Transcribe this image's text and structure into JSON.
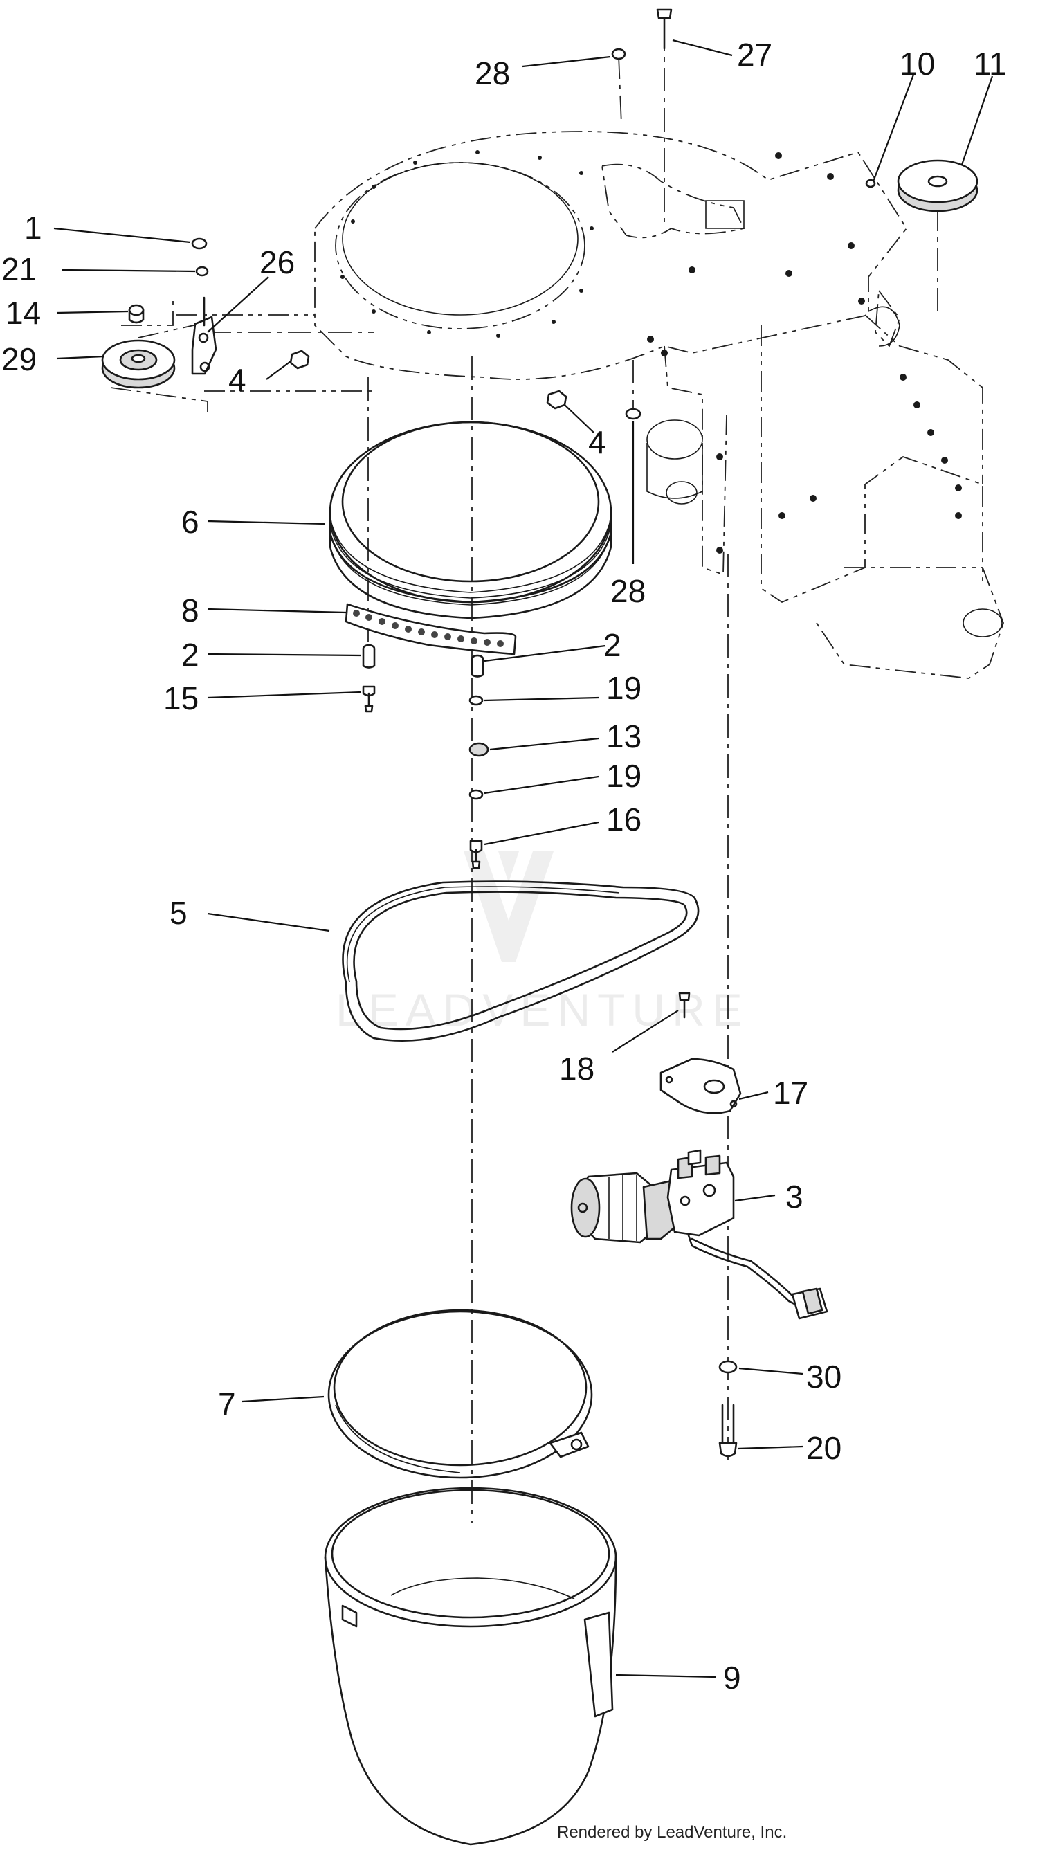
{
  "callouts": {
    "c1": "1",
    "c2a": "2",
    "c2b": "2",
    "c3": "3",
    "c4a": "4",
    "c4b": "4",
    "c5": "5",
    "c6": "6",
    "c7": "7",
    "c8": "8",
    "c9": "9",
    "c10": "10",
    "c11": "11",
    "c13": "13",
    "c14": "14",
    "c15": "15",
    "c16": "16",
    "c17": "17",
    "c18": "18",
    "c19a": "19",
    "c19b": "19",
    "c20": "20",
    "c21": "21",
    "c26": "26",
    "c27": "27",
    "c28a": "28",
    "c28b": "28",
    "c29": "29",
    "c30": "30"
  },
  "watermark": "LEADVENTURE",
  "credit": "Rendered by LeadVenture, Inc."
}
